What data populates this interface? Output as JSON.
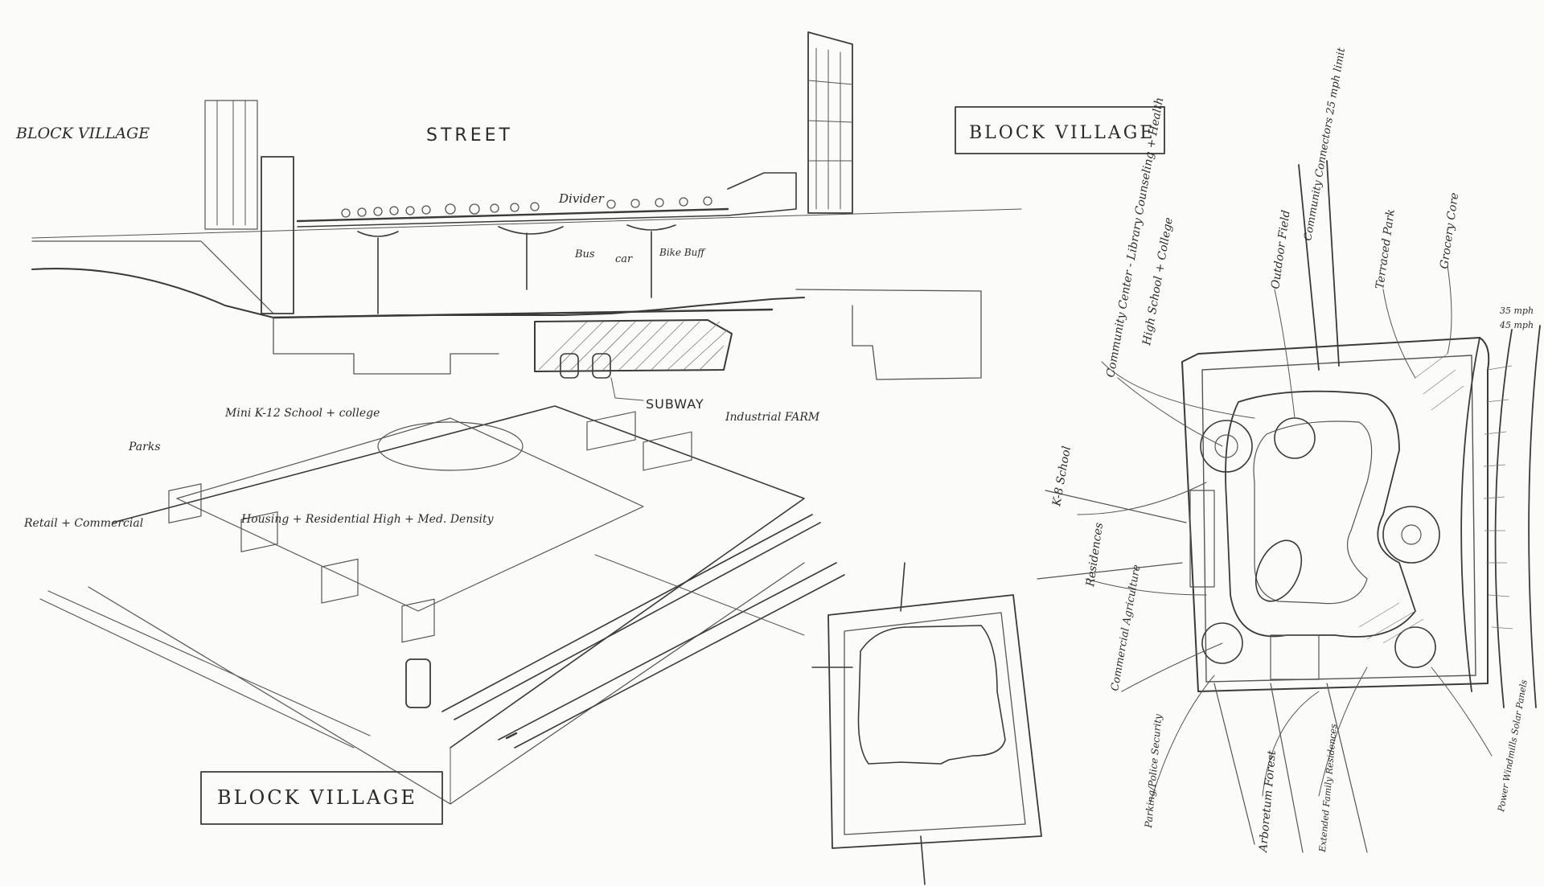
{
  "colors": {
    "paper": "#fbfbfa",
    "ink": "#3a3a3a",
    "light_ink": "#777777"
  },
  "section": {
    "title_left": "BLOCK VILLAGE",
    "street": "STREET",
    "divider": "Divider",
    "bus": "Bus",
    "car": "car",
    "bike_buff": "Bike Buff",
    "subway": "SUBWAY",
    "box_title": "BLOCK VILLAGE"
  },
  "perspective": {
    "parks": "Parks",
    "mini_school": "Mini K-12 School + college",
    "industrial_farm": "Industrial FARM",
    "retail": "Retail + Commercial",
    "housing": "Housing + Residential High + Med. Density",
    "box_title": "BLOCK VILLAGE"
  },
  "plan": {
    "community_center": "Community Center - Library Counseling + Health",
    "high_school": "High School + College",
    "outdoor_field": "Outdoor Field",
    "community_connectors": "Community Connectors 25 mph limit",
    "terraced_park": "Terraced Park",
    "grocery_core": "Grocery Core",
    "speed_35": "35 mph",
    "speed_45": "45 mph",
    "k8_school": "K-8 School",
    "residences": "Residences",
    "commercial_agriculture": "Commercial Agriculture",
    "parking_security": "Parking/Police Security",
    "arboretum": "Arboretum Forest",
    "extended_family": "Extended Family Residences",
    "power": "Power Windmills Solar Panels"
  }
}
